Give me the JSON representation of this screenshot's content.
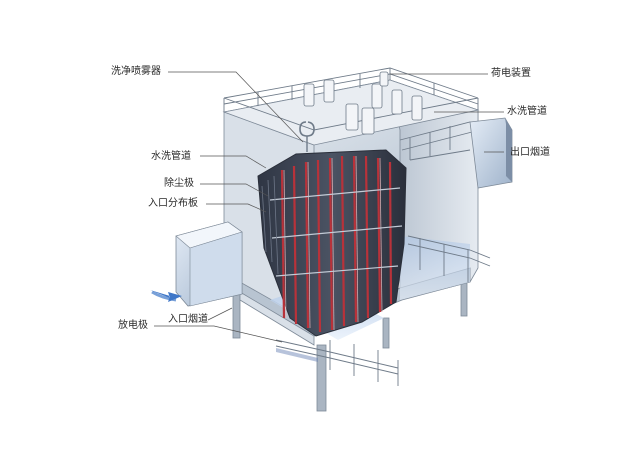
{
  "labels": {
    "spray": "洗净喷雾器",
    "charging": "荷电装置",
    "wash_pipe_right": "水洗管道",
    "outlet_flue": "出口烟道",
    "wash_pipe_left": "水洗管道",
    "collector_plate": "除尘极",
    "inlet_distributor": "入口分布板",
    "inlet_flue": "入口烟道",
    "discharge_electrode": "放电极"
  },
  "colors": {
    "steel": "#c9d3de",
    "steel_dark": "#8e9aa8",
    "tube_red": "#b8323a",
    "accent_blue": "#3f77c8",
    "leader_line": "#555555"
  }
}
